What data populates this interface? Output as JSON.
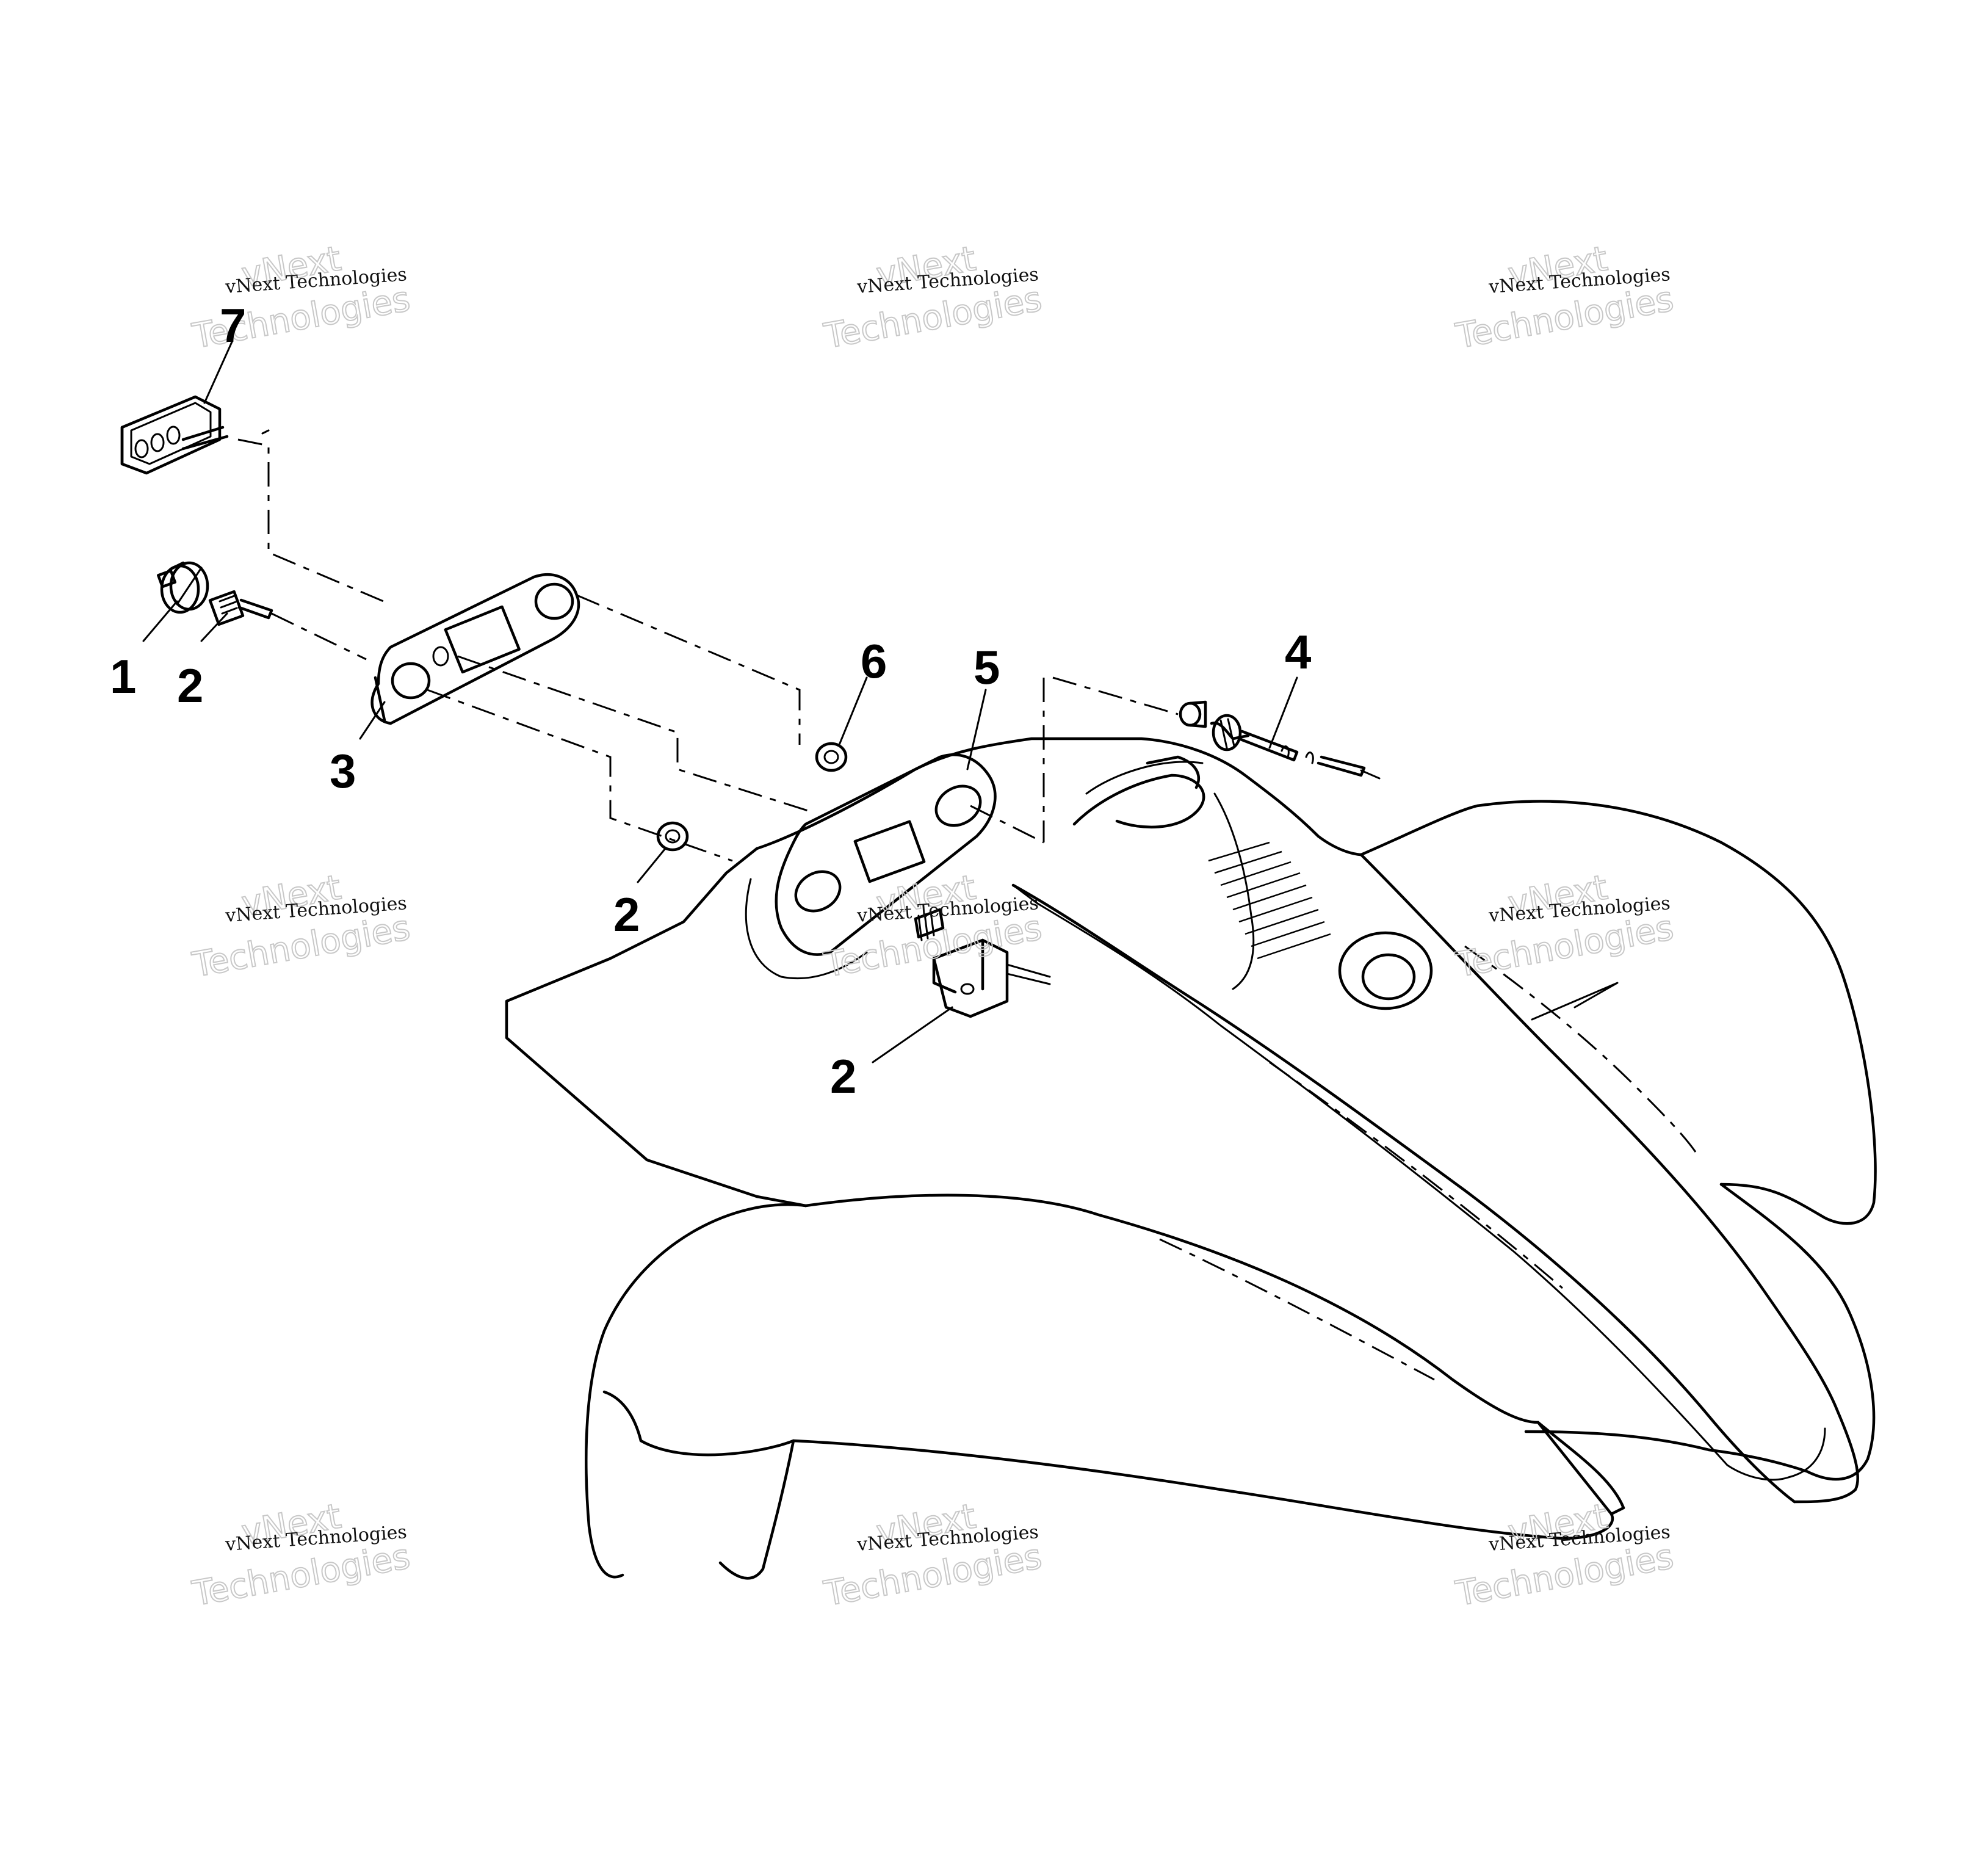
{
  "callouts": [
    {
      "id": "c7",
      "label": "7"
    },
    {
      "id": "c1",
      "label": "1"
    },
    {
      "id": "c2a",
      "label": "2"
    },
    {
      "id": "c3",
      "label": "3"
    },
    {
      "id": "c6",
      "label": "6"
    },
    {
      "id": "c5",
      "label": "5"
    },
    {
      "id": "c4",
      "label": "4"
    },
    {
      "id": "c2b",
      "label": "2"
    },
    {
      "id": "c2c",
      "label": "2"
    }
  ],
  "watermark": {
    "small": "vNext Technologies",
    "big_top": "vNext",
    "big_bottom": "Technologies"
  }
}
